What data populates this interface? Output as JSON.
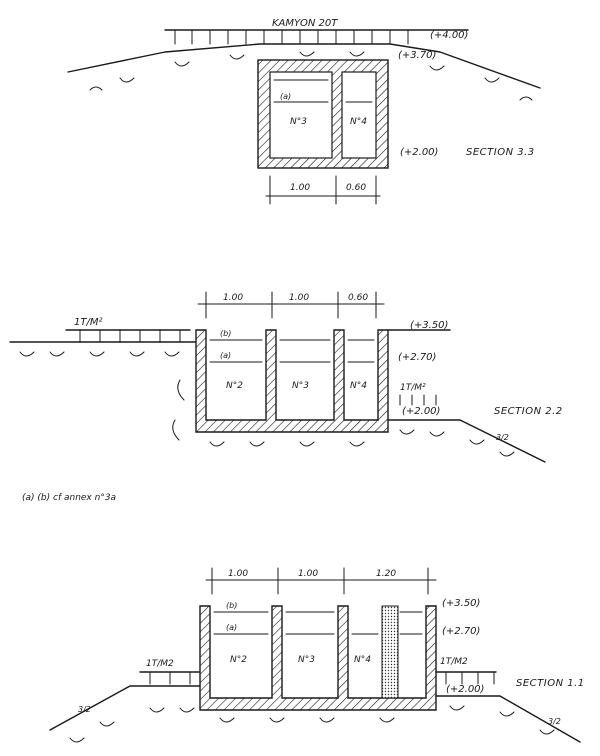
{
  "section33": {
    "load": "KAMYON 20T",
    "levels": [
      "(+4.00)",
      "(+3.70)",
      "(+2.00)"
    ],
    "title": "SECTION 3.3",
    "cells": [
      "(a)",
      "N°3",
      "N°4"
    ],
    "dims": [
      "1.00",
      "0.60"
    ]
  },
  "section22": {
    "load": "1T/M²",
    "dims": [
      "1.00",
      "1.00",
      "0.60"
    ],
    "levels": [
      "(+3.50)",
      "(+2.70)",
      "(+2.00)"
    ],
    "load_right": "1T/M²",
    "cells": [
      "(b)",
      "(a)",
      "N°2",
      "N°3",
      "N°4"
    ],
    "slope": "3/2",
    "title": "SECTION 2.2"
  },
  "note": "(a) (b) cf annex n°3a",
  "section11": {
    "dims": [
      "1.00",
      "1.00",
      "1.20"
    ],
    "levels": [
      "(+3.50)",
      "(+2.70)",
      "(+2.00)"
    ],
    "load_left": "1T/M2",
    "load_right": "1T/M2",
    "cells": [
      "(b)",
      "(a)",
      "N°2",
      "N°3",
      "N°4"
    ],
    "slope_left": "3/2",
    "slope_right": "3/2",
    "title": "SECTION 1.1"
  }
}
